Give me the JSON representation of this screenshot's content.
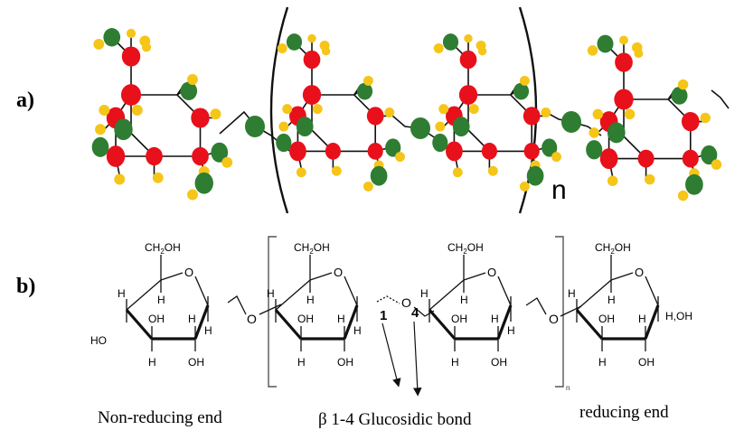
{
  "panels": {
    "a": {
      "label": "a)",
      "repeat_subscript": "n"
    },
    "b": {
      "label": "b)",
      "repeat_subscript": "n",
      "atom_labels": {
        "ch2oh": "CH2OH",
        "ring_oxygen": "O",
        "bridge_oxygen": "O",
        "h": "H",
        "oh": "OH",
        "ho": "HO",
        "anomeric": "H,OH",
        "carbon_1": "1",
        "carbon_4": "4"
      },
      "captions": {
        "non_reducing_end": "Non-reducing end",
        "glucosidic_bond": "β 1-4 Glucosidic bond",
        "reducing_end": "reducing end"
      }
    }
  },
  "colors": {
    "carbon": "#e8101a",
    "oxygen": "#2e7d32",
    "hydrogen": "#f5c518",
    "bond": "#111111"
  }
}
